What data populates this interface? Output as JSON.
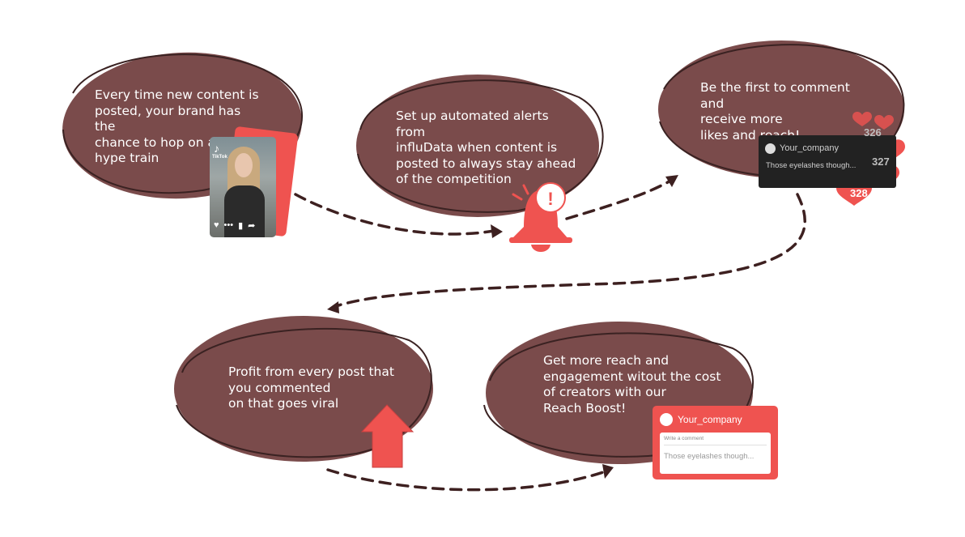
{
  "steps": [
    {
      "lines": [
        "Every time new content is",
        "posted, your brand has the",
        "chance to hop on a",
        "hype train"
      ]
    },
    {
      "lines": [
        "Set up automated alerts from",
        "influData when content is",
        "posted to always stay ahead",
        "of the competition"
      ]
    },
    {
      "lines": [
        "Be the first to comment and",
        "receive more",
        "likes and reach!"
      ]
    },
    {
      "lines": [
        "Profit from every post that",
        "you commented",
        "on that goes viral"
      ]
    },
    {
      "lines": [
        "Get more reach and",
        "engagement witout the cost",
        "of creators with our",
        "Reach Boost!"
      ]
    }
  ],
  "tiktok_card": {
    "logo": "♪",
    "label": "TikTok",
    "icons": [
      "♥",
      "•••",
      "▮",
      "➦"
    ]
  },
  "alert_icon": {
    "name": "bell-alert-icon",
    "badge": "!"
  },
  "comment_notification": {
    "company": "Your_company",
    "comment": "Those eyelashes though...",
    "counts": [
      "326",
      "327",
      "328"
    ]
  },
  "reach_boost_card": {
    "company": "Your_company",
    "placeholder_label": "Write a comment",
    "comment": "Those eyelashes though..."
  },
  "colors": {
    "bubble": "#7a4b4b",
    "outline": "#3a2222",
    "accent": "#ef5350",
    "arrow": "#3d2020"
  }
}
